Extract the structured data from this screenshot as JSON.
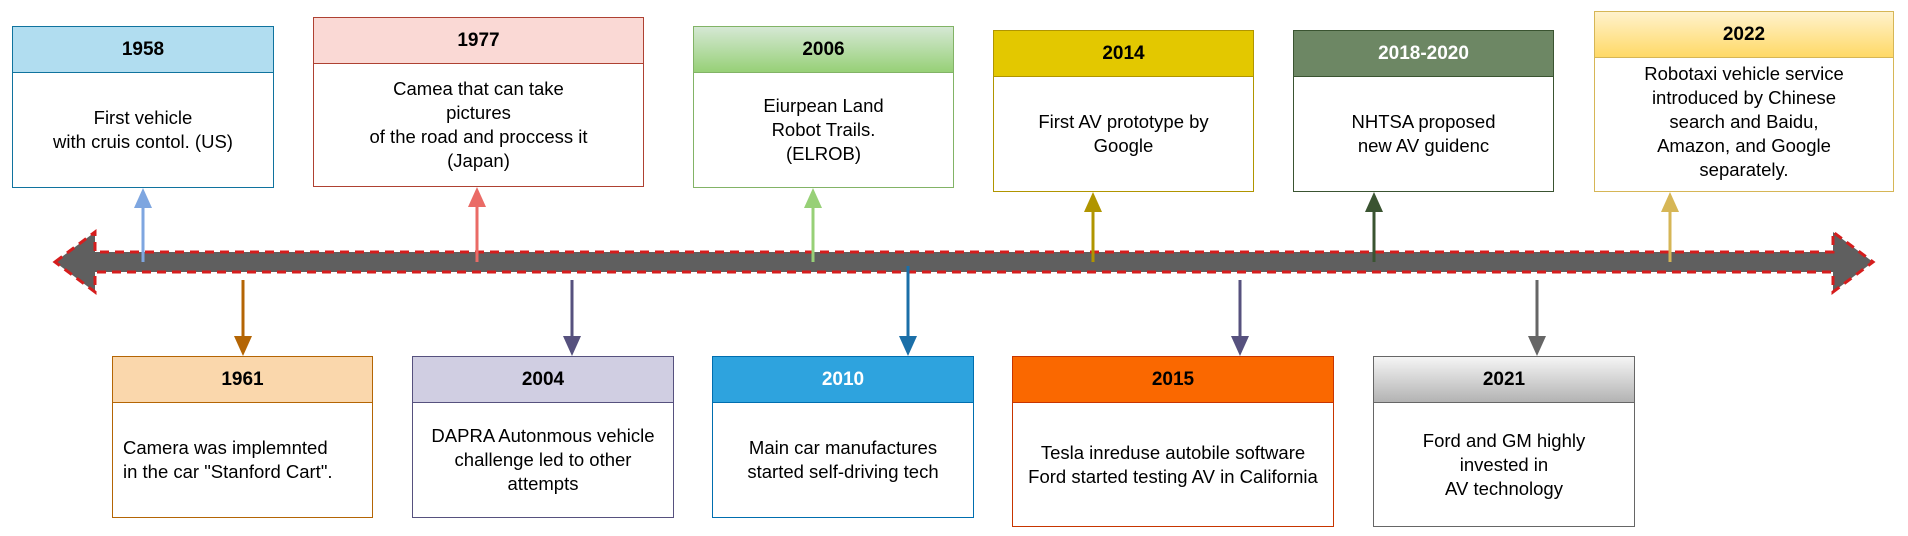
{
  "timeline": {
    "axis_color": "#5f5f5f",
    "axis_border_color": "#d51d1d",
    "events_above": [
      {
        "year": "1958",
        "text": "First vehicle\nwith cruis contol. (US)",
        "fill": "#b1ddf0",
        "border": "#10739e",
        "header_text": "#000000",
        "arrow": "#7ea6e0"
      },
      {
        "year": "1977",
        "text": "Camea that can take\npictures\nof the road and proccess it\n(Japan)",
        "fill": "#fad9d5",
        "border": "#ae4132",
        "header_text": "#000000",
        "arrow": "#ea6b66"
      },
      {
        "year": "2006",
        "text": "Eiurpean Land\nRobot Trails.\n(ELROB)",
        "fill": "#cde9bd",
        "border": "#82b366",
        "header_text": "#000000",
        "arrow": "#97d077"
      },
      {
        "year": "2014",
        "text": "First AV prototype by\nGoogle",
        "fill": "#e3c800",
        "border": "#b09500",
        "header_text": "#000000",
        "arrow": "#b09500"
      },
      {
        "year": "2018-2020",
        "text": "NHTSA  proposed\nnew AV guidenc",
        "fill": "#6d8764",
        "border": "#3a5431",
        "header_text": "#ffffff",
        "arrow": "#3a5431"
      },
      {
        "year": "2022",
        "text": "Robotaxi vehicle service\nintroduced by Chinese\nsearch and Baidu,\nAmazon, and Google\nseparately.",
        "fill": "#fff2cc",
        "border": "#d6b656",
        "header_text": "#000000",
        "arrow": "#d6b656"
      }
    ],
    "events_below": [
      {
        "year": "1961",
        "text": "Camera was implemnted\nin the car \"Stanford Cart\".",
        "fill": "#fad7ac",
        "border": "#b46504",
        "header_text": "#000000",
        "arrow": "#b46504"
      },
      {
        "year": "2004",
        "text": "DAPRA Autonmous vehicle\nchallenge led to other\nattempts",
        "fill": "#d0cee2",
        "border": "#56517e",
        "header_text": "#000000",
        "arrow": "#56517e"
      },
      {
        "year": "2010",
        "text": "Main car manufactures\nstarted self-driving tech",
        "fill": "#2ea3de",
        "border": "#006eaf",
        "header_text": "#ffffff",
        "arrow": "#1b6fa8"
      },
      {
        "year": "2015",
        "text": "Tesla inreduse autobile software\nFord started testing AV in California",
        "fill": "#fa6800",
        "border": "#c73500",
        "header_text": "#000000",
        "arrow": "#56517e"
      },
      {
        "year": "2021",
        "text": "Ford and GM highly\ninvested in\nAV technology",
        "fill": "#e6e6e6",
        "border": "#666666",
        "header_text": "#000000",
        "arrow": "#666666"
      }
    ]
  }
}
